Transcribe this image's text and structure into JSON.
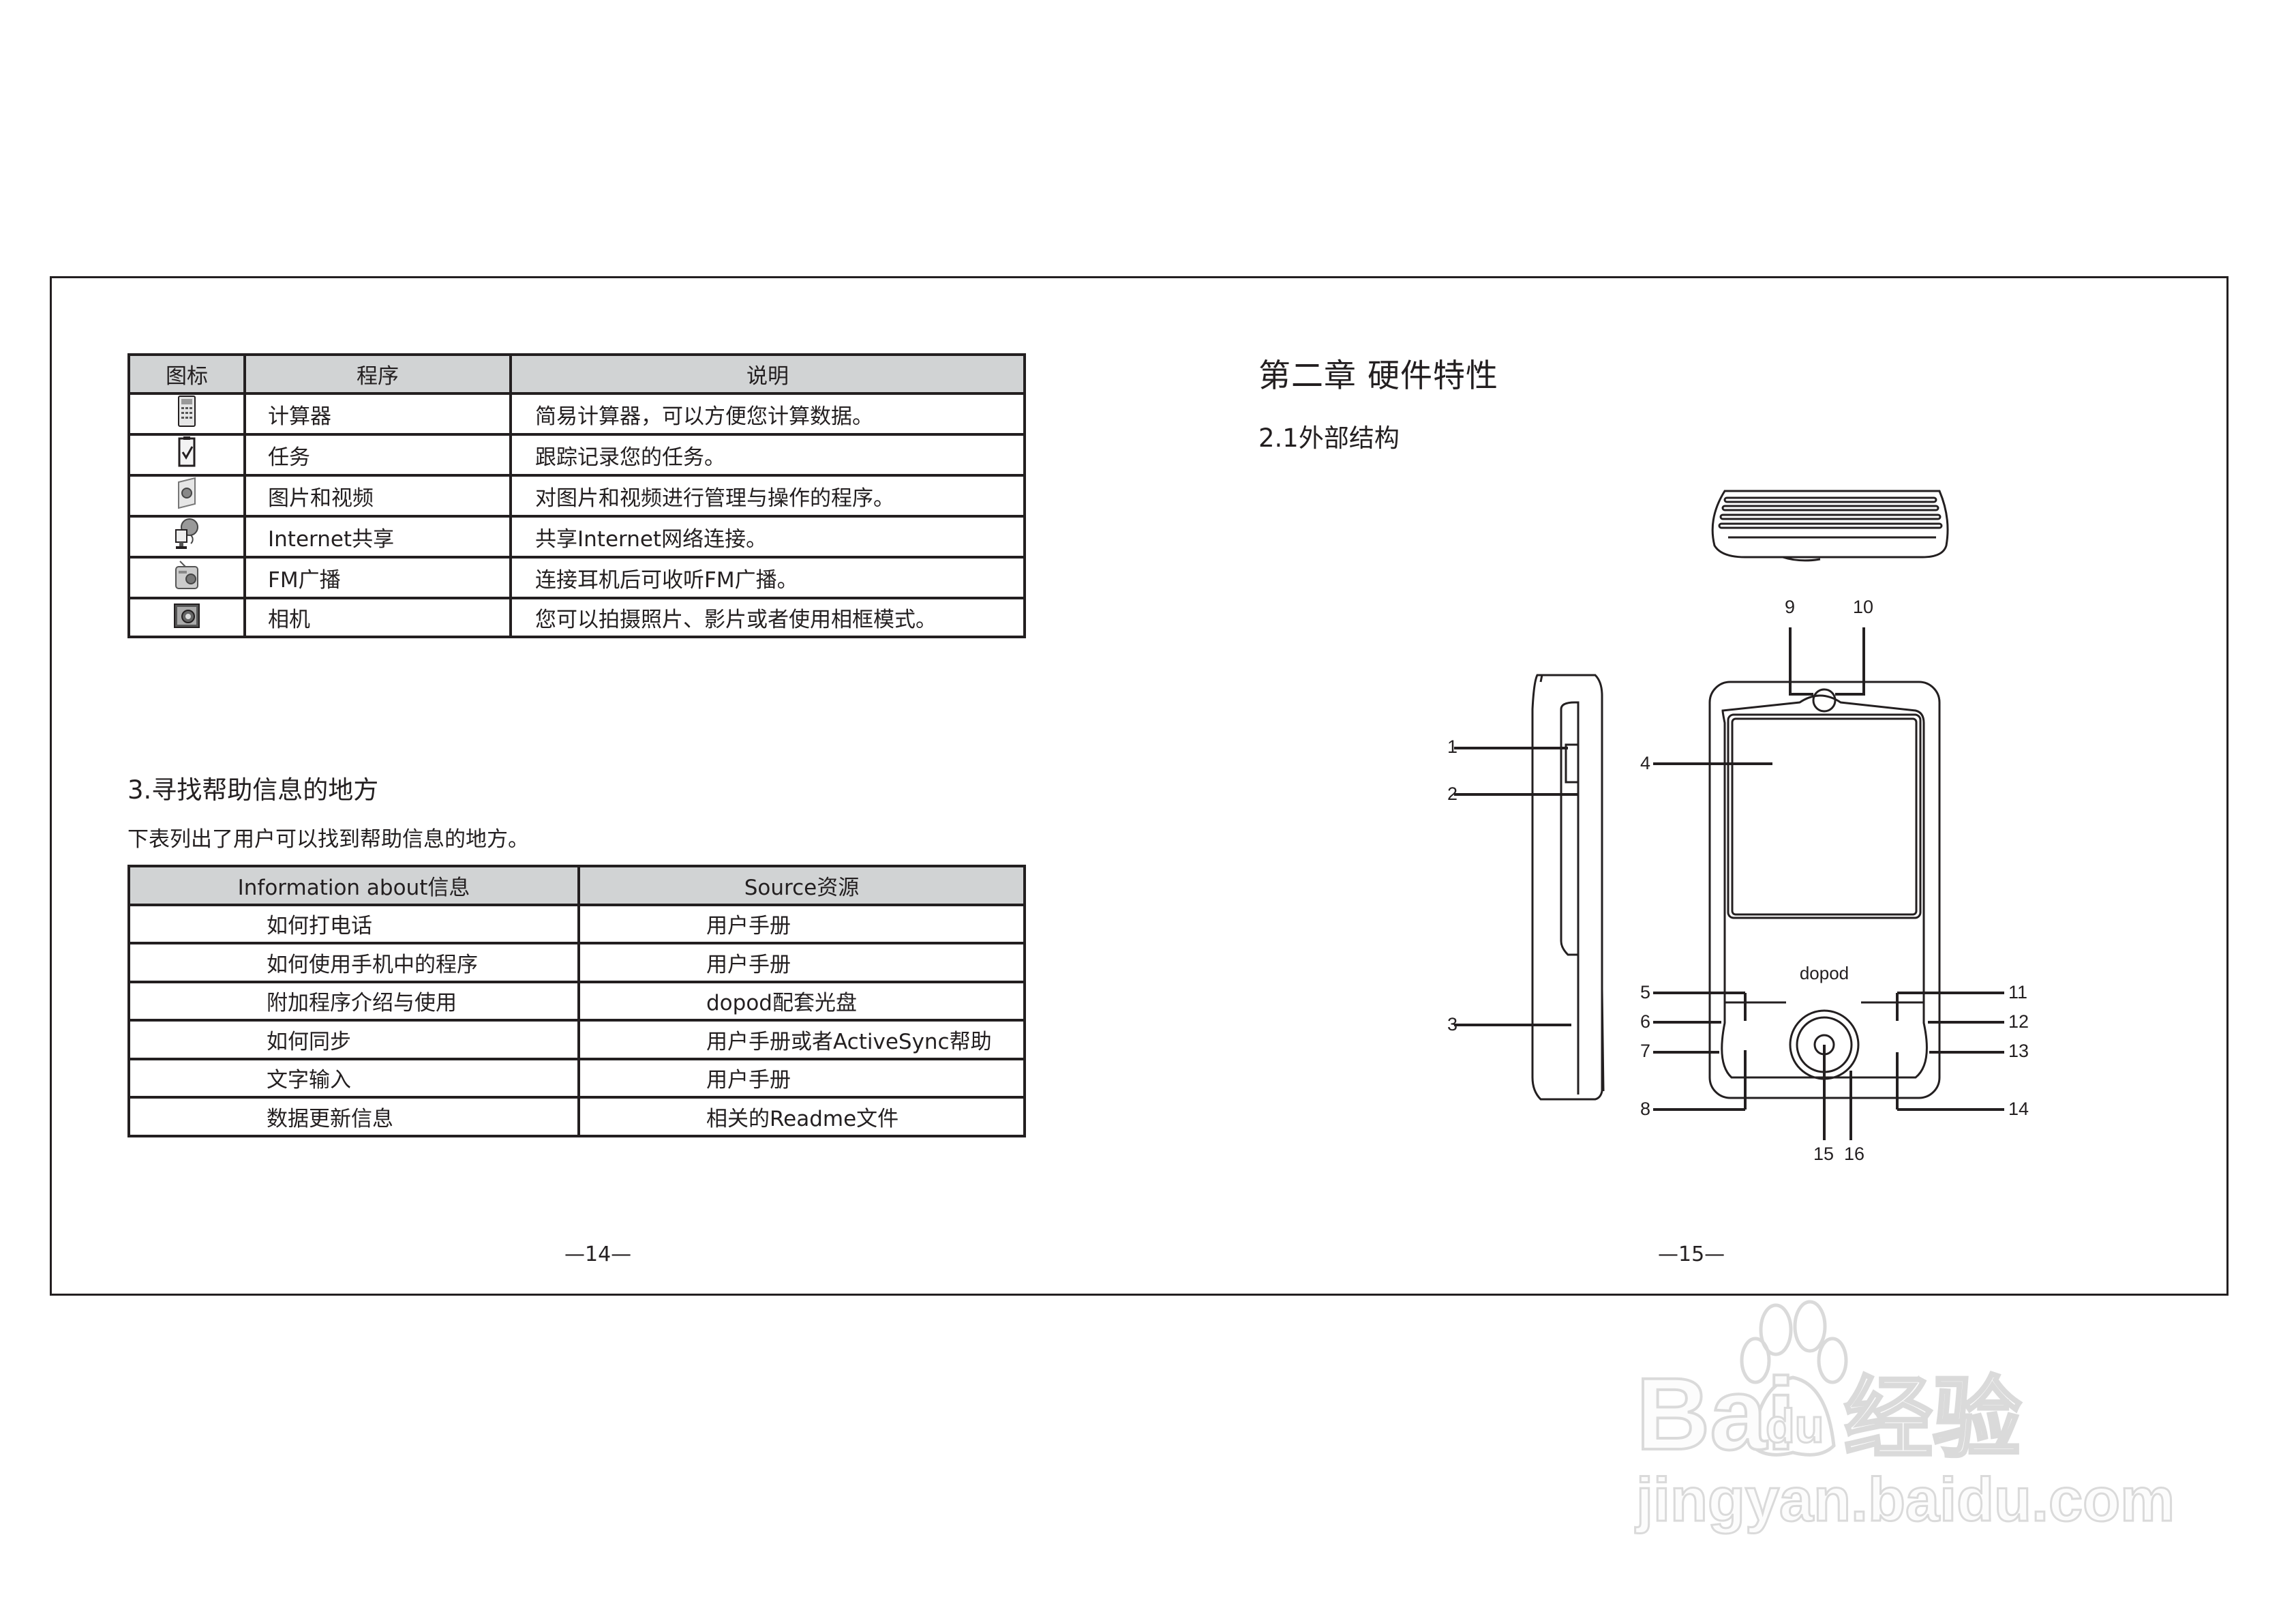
{
  "left_page": {
    "programs_table": {
      "headers": [
        "图标",
        "程序",
        "说明"
      ],
      "rows": [
        {
          "icon": "calculator-icon",
          "program": "计算器",
          "description": "简易计算器，可以方便您计算数据。"
        },
        {
          "icon": "tasks-icon",
          "program": "任务",
          "description": "跟踪记录您的任务。"
        },
        {
          "icon": "pictures-videos-icon",
          "program": "图片和视频",
          "description": "对图片和视频进行管理与操作的程序。"
        },
        {
          "icon": "internet-sharing-icon",
          "program": "Internet共享",
          "description": "共享Internet网络连接。"
        },
        {
          "icon": "fm-radio-icon",
          "program": "FM广播",
          "description": "连接耳机后可收听FM广播。"
        },
        {
          "icon": "camera-icon",
          "program": "相机",
          "description": "您可以拍摄照片、影片或者使用相框模式。"
        }
      ]
    },
    "section": {
      "title": "3.寻找帮助信息的地方",
      "description": "下表列出了用户可以找到帮助信息的地方。"
    },
    "help_table": {
      "headers": [
        "Information about信息",
        "Source资源"
      ],
      "rows": [
        {
          "info": "如何打电话",
          "source": "用户手册"
        },
        {
          "info": "如何使用手机中的程序",
          "source": "用户手册"
        },
        {
          "info": "附加程序介绍与使用",
          "source": "dopod配套光盘"
        },
        {
          "info": "如何同步",
          "source": "用户手册或者ActiveSync帮助"
        },
        {
          "info": "文字输入",
          "source": "用户手册"
        },
        {
          "info": "数据更新信息",
          "source": "相关的Readme文件"
        }
      ]
    },
    "page_number": "—14—"
  },
  "right_page": {
    "chapter_title": "第二章  硬件特性",
    "subsection_title": "2.1外部结构",
    "diagram": {
      "brand_logo": "dopod",
      "callouts": [
        "1",
        "2",
        "3",
        "4",
        "5",
        "6",
        "7",
        "8",
        "9",
        "10",
        "11",
        "12",
        "13",
        "14",
        "15",
        "16"
      ]
    },
    "page_number": "—15—"
  },
  "watermark": {
    "brand": "Bai du 经验",
    "url": "jingyan.baidu.com"
  },
  "colors": {
    "ink": "#231f20",
    "header_fill": "#d1d3d4",
    "background": "#ffffff"
  }
}
